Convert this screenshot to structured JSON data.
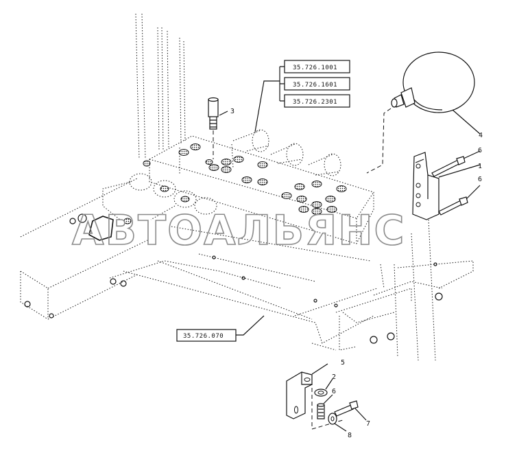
{
  "references": {
    "ref_a": "35.726.1001",
    "ref_b": "35.726.1601",
    "ref_c": "35.726.2301",
    "ref_frame": "35.726.070"
  },
  "callouts": {
    "n1": "1",
    "n2": "2",
    "n3": "3",
    "n4": "4",
    "n5": "5",
    "n6a": "6",
    "n6b": "6",
    "n6c": "6",
    "n7": "7",
    "n8": "8"
  },
  "watermark": "АВТОАЛЬЯНС"
}
